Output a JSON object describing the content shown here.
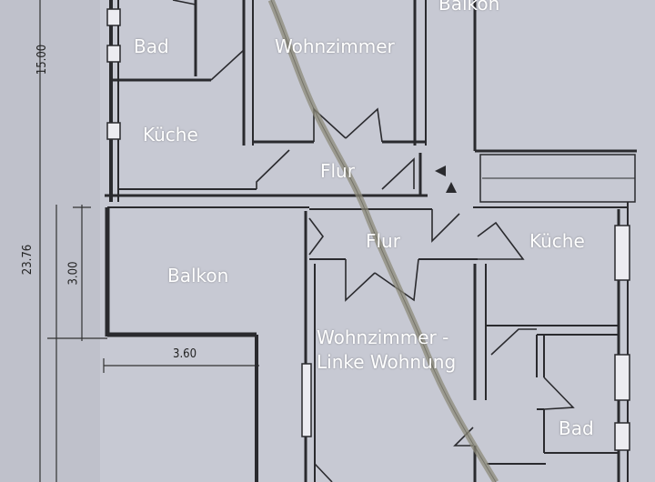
{
  "rooms": {
    "balkon_top": "Balkon",
    "bad_top": "Bad",
    "wohnzimmer_top": "Wohnzimmer",
    "kueche_left": "Küche",
    "flur_top": "Flur",
    "flur_mid": "Flur",
    "kueche_right": "Küche",
    "balkon_left": "Balkon",
    "wohnzimmer_linke_line1": "Wohnzimmer -",
    "wohnzimmer_linke_line2": "Linke Wohnung",
    "bad_bottom": "Bad"
  },
  "dimensions": {
    "d1500": "15.00",
    "d2376": "23.76",
    "d300": "3.00",
    "d360": "3.60"
  },
  "colors": {
    "paper": "#c9cbd4",
    "wall": "#2a2a2e",
    "crease": "#8c8a7a",
    "label": "#ffffff"
  }
}
